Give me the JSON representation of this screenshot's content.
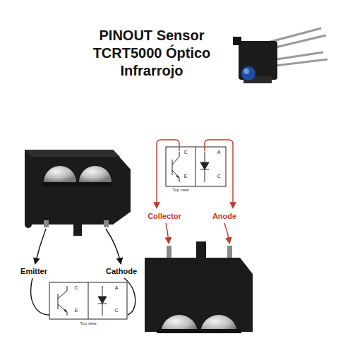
{
  "diagram": {
    "title": "PINOUT Sensor TCRT5000 Óptico Infrarrojo",
    "labels": [
      "C",
      "E",
      "A",
      "C",
      "Top view",
      "Collector",
      "Anode",
      "Emitter",
      "Cathode",
      "C",
      "E",
      "A",
      "C",
      "Top view"
    ]
  }
}
